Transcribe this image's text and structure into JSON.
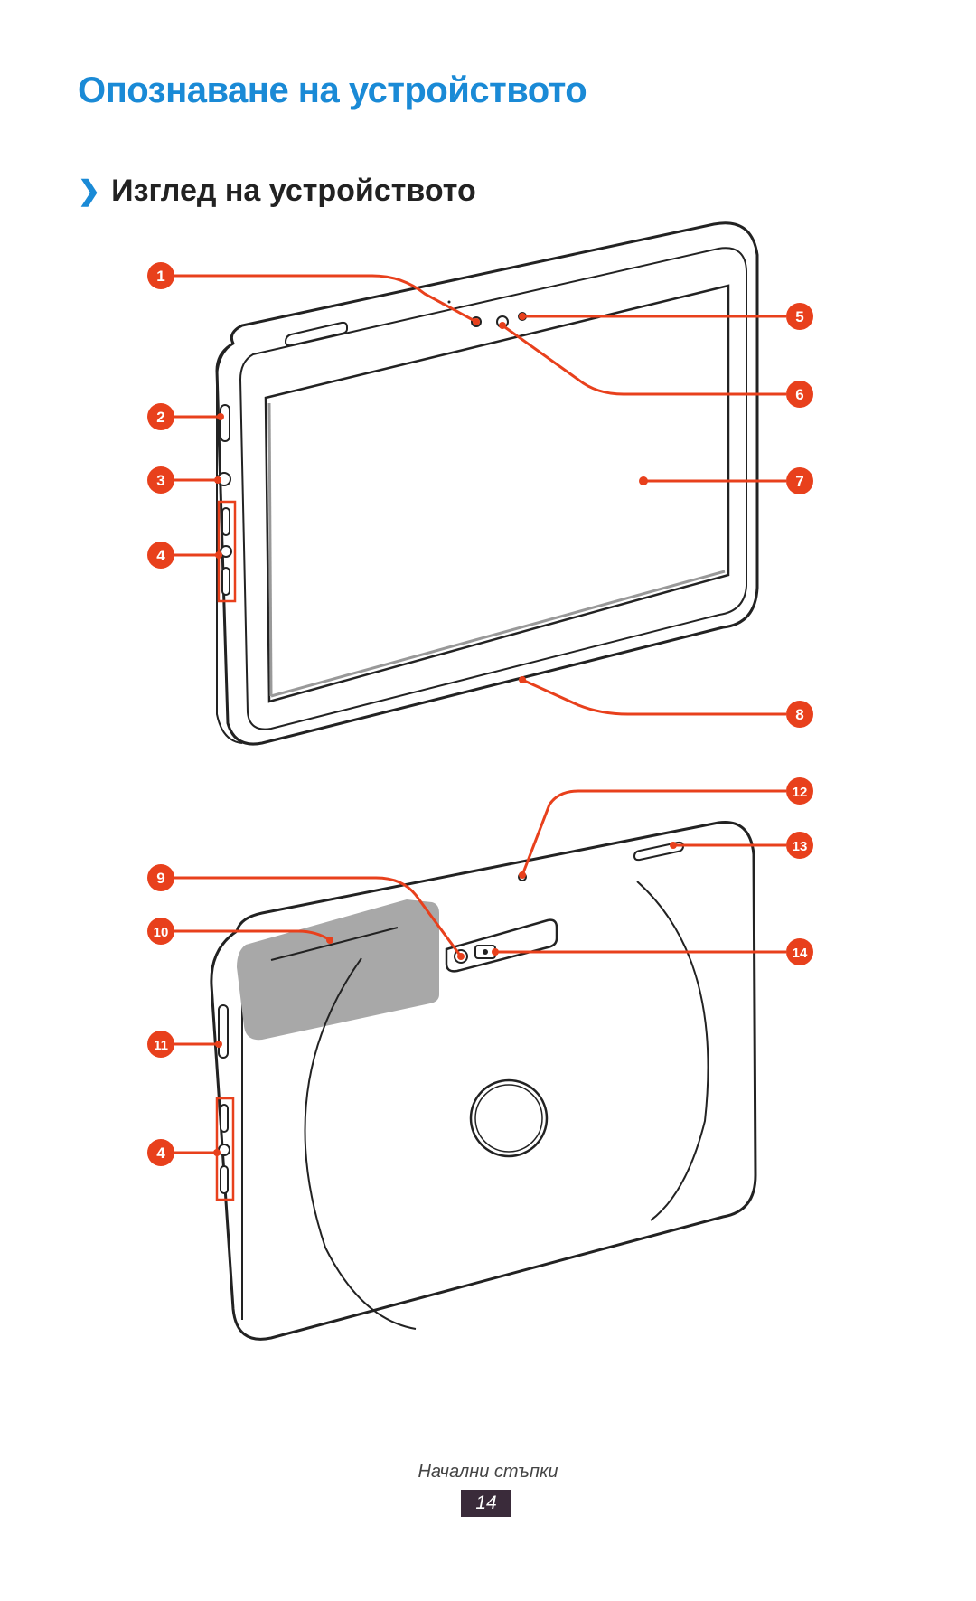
{
  "page": {
    "title": "Опознаване на устройството",
    "section_chevron": "❯",
    "section_title": "Изглед на устройството"
  },
  "figure": {
    "callouts": {
      "c1": "1",
      "c2": "2",
      "c3": "3",
      "c4a": "4",
      "c5": "5",
      "c6": "6",
      "c7": "7",
      "c8": "8",
      "c9": "9",
      "c10": "10",
      "c11": "11",
      "c12": "12",
      "c13": "13",
      "c14": "14",
      "c4b": "4"
    },
    "callout_color": "#e8401c"
  },
  "footer": {
    "label": "Начални стъпки",
    "page_number": "14"
  }
}
